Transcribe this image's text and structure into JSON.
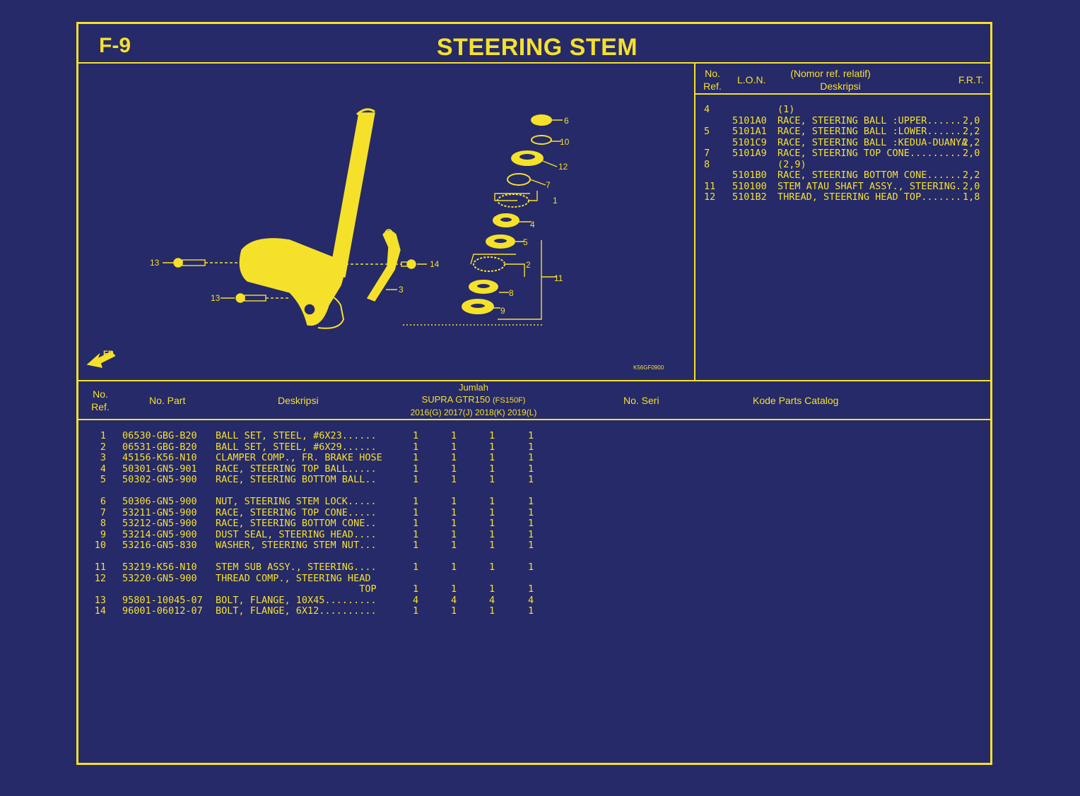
{
  "header": {
    "page_code": "F-9",
    "title": "STEERING STEM"
  },
  "relative_ref": {
    "col_no": "No.",
    "col_ref": "Ref.",
    "col_lon": "L.O.N.",
    "col_rel": "(Nomor ref. relatif)",
    "col_desc": "Deskripsi",
    "col_frt": "F.R.T.",
    "rows": [
      {
        "ref": "4",
        "lon": "",
        "desc": "(1)",
        "frt": ""
      },
      {
        "ref": "",
        "lon": "5101A0",
        "desc": "RACE, STEERING BALL :UPPER......",
        "frt": "2,0"
      },
      {
        "ref": "5",
        "lon": "5101A1",
        "desc": "RACE, STEERING BALL :LOWER......",
        "frt": "2,2"
      },
      {
        "ref": "",
        "lon": "5101C9",
        "desc": "RACE, STEERING BALL :KEDUA-DUANYA",
        "frt": "2,2"
      },
      {
        "ref": "7",
        "lon": "5101A9",
        "desc": "RACE, STEERING TOP CONE.........",
        "frt": "2,0"
      },
      {
        "ref": "8",
        "lon": "",
        "desc": "(2,9)",
        "frt": ""
      },
      {
        "ref": "",
        "lon": "5101B0",
        "desc": "RACE, STEERING BOTTOM CONE......",
        "frt": "2,2"
      },
      {
        "ref": "11",
        "lon": "510100",
        "desc": "STEM ATAU SHAFT ASSY., STEERING.",
        "frt": "2,0"
      },
      {
        "ref": "12",
        "lon": "5101B2",
        "desc": "THREAD, STEERING HEAD TOP.......",
        "frt": "1,8"
      }
    ]
  },
  "diagram": {
    "code": "K56GF0900",
    "front_label": "FR.",
    "callouts": [
      "6",
      "10",
      "12",
      "7",
      "1",
      "4",
      "5",
      "2",
      "11",
      "8",
      "9",
      "13",
      "13",
      "14",
      "3"
    ]
  },
  "parts_table": {
    "col_no": "No.",
    "col_ref": "Ref.",
    "col_part": "No. Part",
    "col_desc": "Deskripsi",
    "col_qty": "Jumlah",
    "model": "SUPRA GTR150",
    "model_code": "(FS150F)",
    "years": [
      "2016(G)",
      "2017(J)",
      "2018(K)",
      "2019(L)"
    ],
    "col_serial": "No. Seri",
    "col_catalog": "Kode Parts Catalog",
    "rows": [
      {
        "ref": "1",
        "part": "06530-GBG-B20",
        "desc": "BALL SET, STEEL, #6X23......",
        "qty": [
          "1",
          "1",
          "1",
          "1"
        ]
      },
      {
        "ref": "2",
        "part": "06531-GBG-B20",
        "desc": "BALL SET, STEEL, #6X29......",
        "qty": [
          "1",
          "1",
          "1",
          "1"
        ]
      },
      {
        "ref": "3",
        "part": "45156-K56-N10",
        "desc": "CLAMPER COMP., FR. BRAKE HOSE",
        "qty": [
          "1",
          "1",
          "1",
          "1"
        ]
      },
      {
        "ref": "4",
        "part": "50301-GN5-901",
        "desc": "RACE, STEERING TOP BALL.....",
        "qty": [
          "1",
          "1",
          "1",
          "1"
        ]
      },
      {
        "ref": "5",
        "part": "50302-GN5-900",
        "desc": "RACE, STEERING BOTTOM BALL..",
        "qty": [
          "1",
          "1",
          "1",
          "1"
        ]
      },
      {
        "ref": "6",
        "part": "50306-GN5-900",
        "desc": "NUT, STEERING STEM LOCK.....",
        "qty": [
          "1",
          "1",
          "1",
          "1"
        ]
      },
      {
        "ref": "7",
        "part": "53211-GN5-900",
        "desc": "RACE, STEERING TOP CONE.....",
        "qty": [
          "1",
          "1",
          "1",
          "1"
        ]
      },
      {
        "ref": "8",
        "part": "53212-GN5-900",
        "desc": "RACE, STEERING BOTTOM CONE..",
        "qty": [
          "1",
          "1",
          "1",
          "1"
        ]
      },
      {
        "ref": "9",
        "part": "53214-GN5-900",
        "desc": "DUST SEAL, STEERING HEAD....",
        "qty": [
          "1",
          "1",
          "1",
          "1"
        ]
      },
      {
        "ref": "10",
        "part": "53216-GN5-830",
        "desc": "WASHER, STEERING STEM NUT...",
        "qty": [
          "1",
          "1",
          "1",
          "1"
        ]
      },
      {
        "ref": "11",
        "part": "53219-K56-N10",
        "desc": "STEM SUB ASSY., STEERING....",
        "qty": [
          "1",
          "1",
          "1",
          "1"
        ]
      },
      {
        "ref": "12",
        "part": "53220-GN5-900",
        "desc": "THREAD COMP., STEERING HEAD",
        "qty": [
          "",
          "",
          "",
          ""
        ]
      },
      {
        "ref": "",
        "part": "",
        "desc": "                         TOP",
        "qty": [
          "1",
          "1",
          "1",
          "1"
        ]
      },
      {
        "ref": "13",
        "part": "95801-10045-07",
        "desc": "BOLT, FLANGE, 10X45.........",
        "qty": [
          "4",
          "4",
          "4",
          "4"
        ]
      },
      {
        "ref": "14",
        "part": "96001-06012-07",
        "desc": "BOLT, FLANGE, 6X12..........",
        "qty": [
          "1",
          "1",
          "1",
          "1"
        ]
      }
    ]
  },
  "colors": {
    "background": "#262a68",
    "ink": "#f5e12a"
  }
}
